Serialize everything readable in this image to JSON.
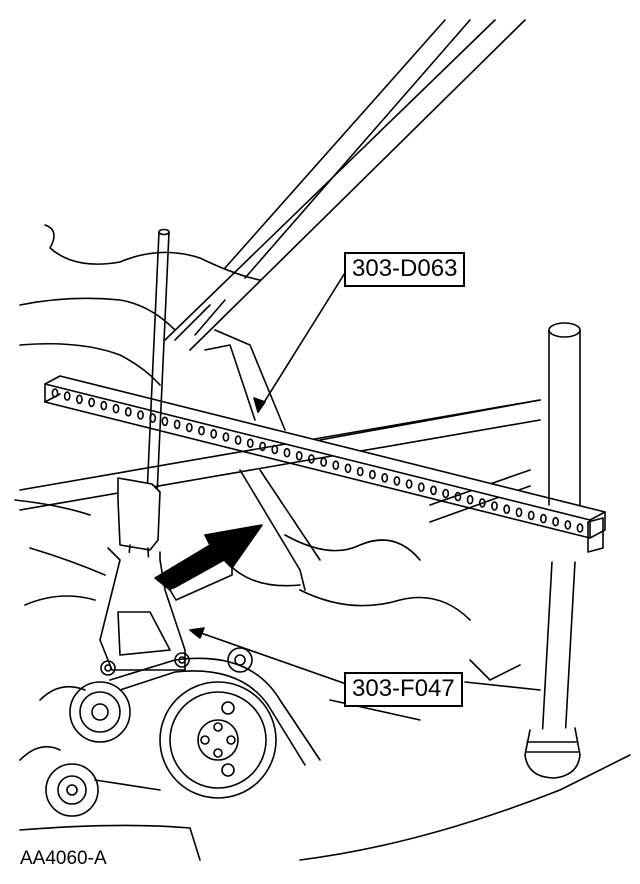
{
  "figure": {
    "callouts": {
      "bar": "303-D063",
      "hook": "303-F047"
    },
    "figure_id": "AA4060-A"
  }
}
